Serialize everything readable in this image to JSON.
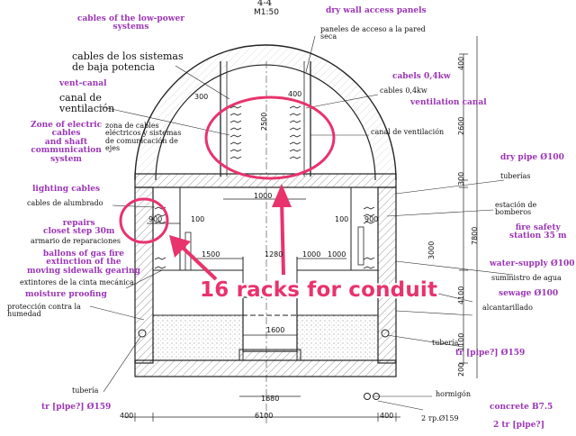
{
  "section": {
    "title": "4-4",
    "scale": "M1:50"
  },
  "labels": {
    "low_power_en": "cables of the low-power\nsystems",
    "low_power_es": "cables de los sistemas\nde baja potencia",
    "vent_canal_en": "vent-canal",
    "vent_canal_es": "canal de\nventilación",
    "electric_zone_en": "Zone of electric\ncables\nand shaft\ncommunication\nsystem",
    "electric_zone_es": "zona de cables\neléctricos y sistemas\nde comunicación de\nejes",
    "lighting_en": "lighting cables",
    "lighting_es": "cables de alumbrado",
    "repairs_en": "repairs\ncloset step 30m",
    "repairs_es": "armario de reparaciones",
    "balloons_en": "ballons of gas fire\nextinction of the\nmoving sidewalk gearing",
    "balloons_es": "extintores de la cinta mecánica",
    "moisture_en": "moisture proofing",
    "moisture_es": "protección contra la\nhumedad",
    "tuberia_left": "tubería",
    "pipe_left_en": "tr [pipe?] Ø159",
    "dry_wall_en": "dry wall access panels",
    "dry_wall_es": "paneles de acceso a la pared\nseca",
    "cabels_en": "cabels 0,4kw",
    "cables_es": "cables 0,4kw",
    "ventilation_en": "ventilation canal",
    "ventilation_es": "canal de ventilación",
    "dry_pipe_en": "dry pipe Ø100",
    "tuberias": "tuberías",
    "station_es": "estación de\nbomberos",
    "station_en": "fire safety\nstation 35 m",
    "water_en": "water-supply Ø100",
    "water_es": "suministro de agua",
    "sewage_en": "sewage Ø100",
    "sewage_es": "alcantarillado",
    "tuberia_right": "tubería",
    "pipe_right_en": "tr [pipe?] Ø159",
    "hormigon": "hormigón",
    "concrete_en": "concrete B7.5",
    "pipe_bottom": "2 тр.Ø159",
    "pipe_bottom_en": "2 tr [pipe?]",
    "callout": "16 racks for conduit"
  },
  "dims": {
    "d300": "300",
    "d400": "400",
    "d2500": "2500",
    "d1000a": "1000",
    "d900": "900",
    "d100a": "100",
    "d100b": "100",
    "d1500": "1500",
    "d1280": "1280",
    "d1000b": "1000",
    "d1000c": "1000",
    "d1600": "1600",
    "d1680": "1680",
    "d400b": "400",
    "d6100": "6100",
    "d400c": "400",
    "r400": "400",
    "r2600": "2600",
    "r300": "300",
    "r7800": "7800",
    "r3000": "3000",
    "r4100": "4100",
    "r1100": "1100",
    "r200": "200"
  },
  "colors": {
    "accent": "#e8336d",
    "english": "#9b36b5",
    "ink": "#111111"
  }
}
